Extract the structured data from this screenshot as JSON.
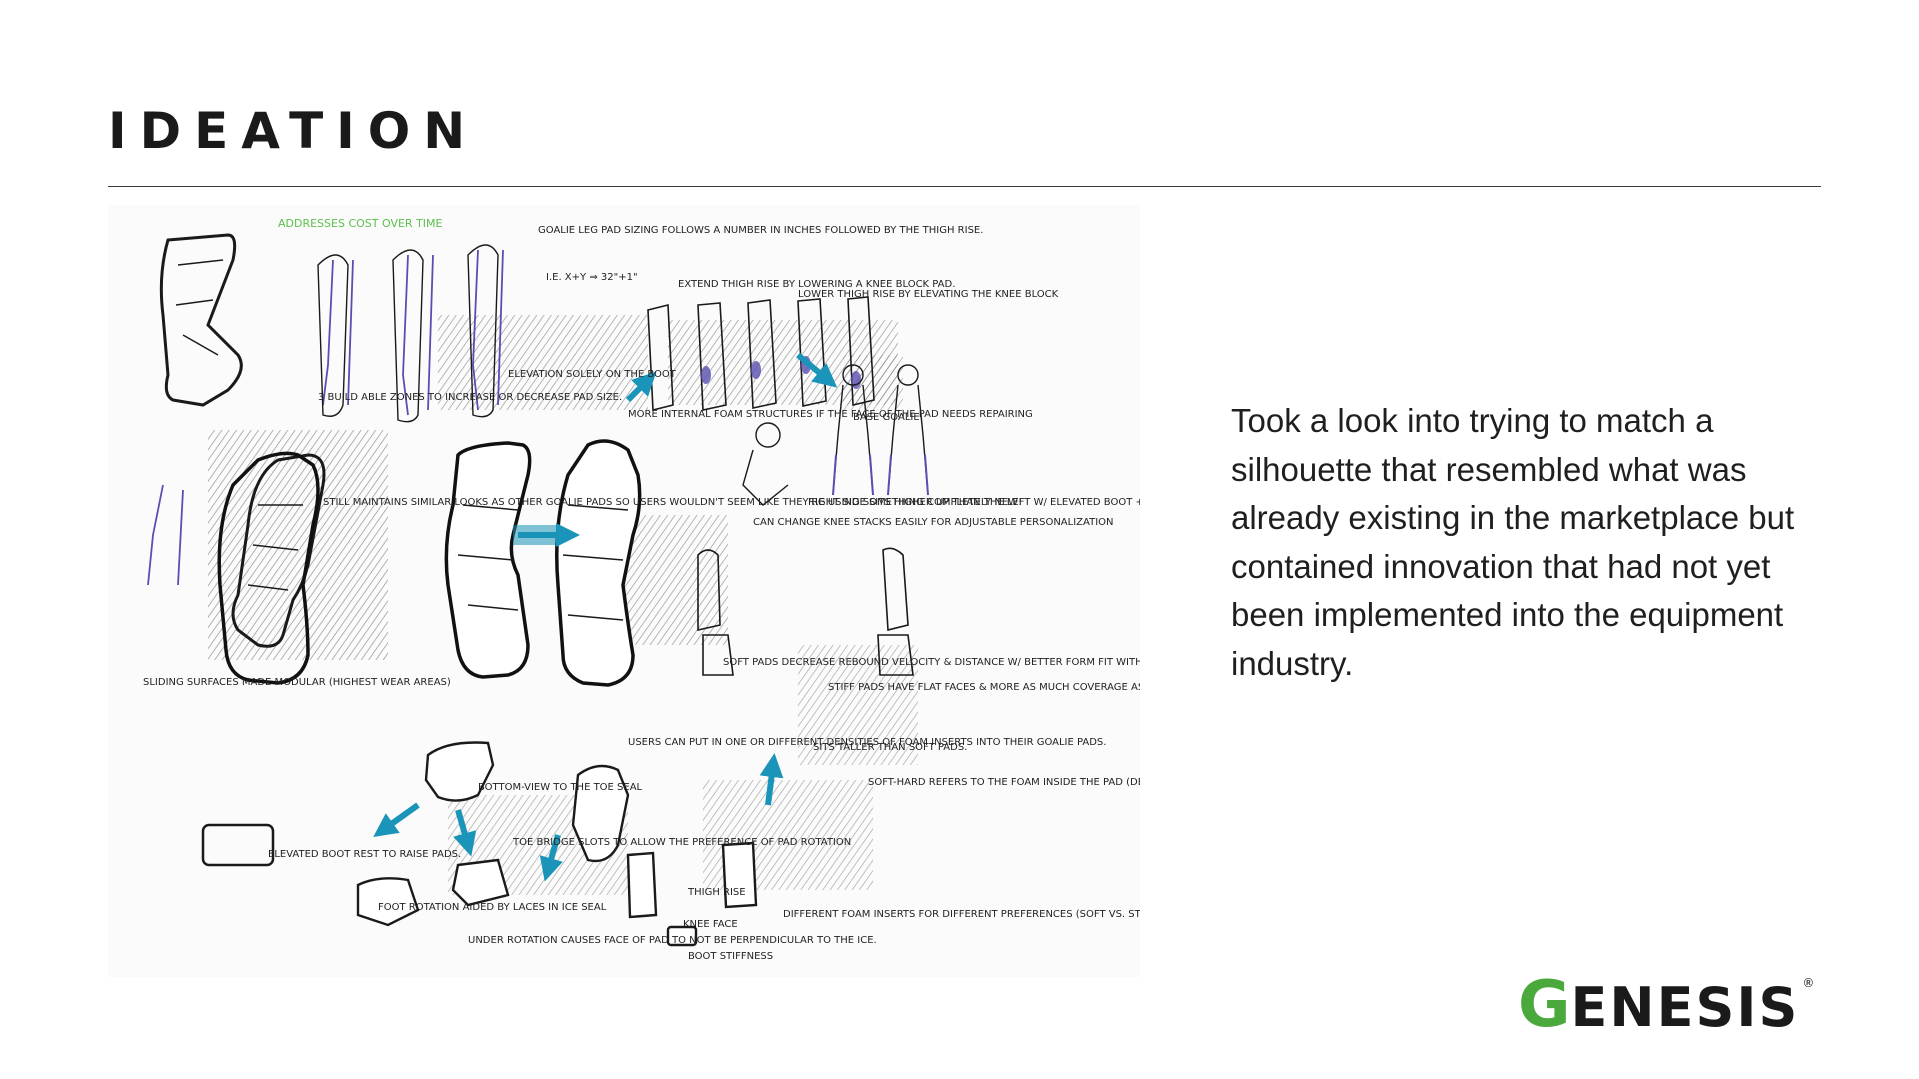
{
  "slide": {
    "title": "IDEATION",
    "caption": "Took a look into trying to match a silhouette that resembled what was already existing in the marketplace but contained innovation that had not yet been implemented into the equipment industry."
  },
  "sketch": {
    "notes": {
      "addresses_cost": "ADDRESSES COST OVER TIME",
      "sizing": "GOALIE LEG PAD SIZING FOLLOWS A NUMBER IN INCHES FOLLOWED BY THE THIGH RISE.",
      "sizing_formula": "I.E.  X+Y ⇒ 32\"+1\"",
      "build_able": "3 BUILD ABLE ZONES TO INCREASE OR DECREASE PAD SIZE.",
      "elevation": "ELEVATION SOLELY ON THE BOOT",
      "extend_thigh": "EXTEND THIGH RISE BY LOWERING A KNEE BLOCK PAD.",
      "lower_thigh": "LOWER THIGH RISE BY ELEVATING THE KNEE BLOCK",
      "more_internal": "MORE INTERNAL FOAM STRUCTURES IF THE FACE OF THE PAD NEEDS REPAIRING",
      "base_goalie": "BASE GOALIE",
      "still_maintains": "STILL MAINTAINS SIMILAR LOOKS AS OTHER GOALIE PADS SO USERS WOULDN'T SEEM LIKE THEY'RE USING SOMETHING COMPLETELY NEW!",
      "can_change": "CAN CHANGE KNEE STACKS EASILY FOR ADJUSTABLE PERSONALIZATION",
      "right_side": "RIGHT SIDE SITS HIGHER UP THAN THE LEFT W/ ELEVATED BOOT + LOWERED KNEE BLOCK",
      "sliding_surfaces": "SLIDING SURFACES MADE MODULAR (HIGHEST WEAR AREAS)",
      "elevated_boot": "ELEVATED BOOT REST TO RAISE PADS.",
      "soft_pads": "SOFT PADS DECREASE REBOUND VELOCITY & DISTANCE W/ BETTER FORM FIT WITH A 'C' CURVE SHAPED PROFILE",
      "stiff_pads": "STIFF PADS HAVE FLAT FACES & MORE AS MUCH COVERAGE AS POSSIBLE WHILE CAUSING REBOUNDS AS FAR AS POSSIBLE",
      "sits_taller": "SITS TALLER THAN SOFT PADS.",
      "soft_hard": "SOFT-HARD REFERS TO THE FOAM INSIDE THE PAD (DENSITY)",
      "users_can_put": "USERS CAN PUT IN ONE OR DIFFERENT DENSITIES OF FOAM INSERTS INTO THEIR GOALIE PADS.",
      "bottom_view": "BOTTOM-VIEW TO THE TOE SEAL",
      "toe_bridge": "TOE BRIDGE SLOTS TO ALLOW THE PREFERENCE OF PAD ROTATION",
      "foot_rotation": "FOOT ROTATION AIDED BY LACES IN ICE SEAL",
      "under_rotation": "UNDER ROTATION CAUSES FACE OF PAD TO NOT BE PERPENDICULAR TO THE ICE.",
      "thigh_rise": "THIGH RISE",
      "knee_face": "KNEE FACE",
      "boot_stiffness": "BOOT STIFFNESS",
      "different_foam": "DIFFERENT FOAM INSERTS FOR DIFFERENT PREFERENCES (SOFT VS. STIFF SETUPS)"
    },
    "colors": {
      "ink": "#1a1a1a",
      "teal": "#1a94b8",
      "green_note": "#5cc04c",
      "purple": "#5a4fb0",
      "hatch": "#6a6a6a"
    }
  },
  "logo": {
    "initial": "G",
    "rest": "ENESIS",
    "registered": "®"
  }
}
